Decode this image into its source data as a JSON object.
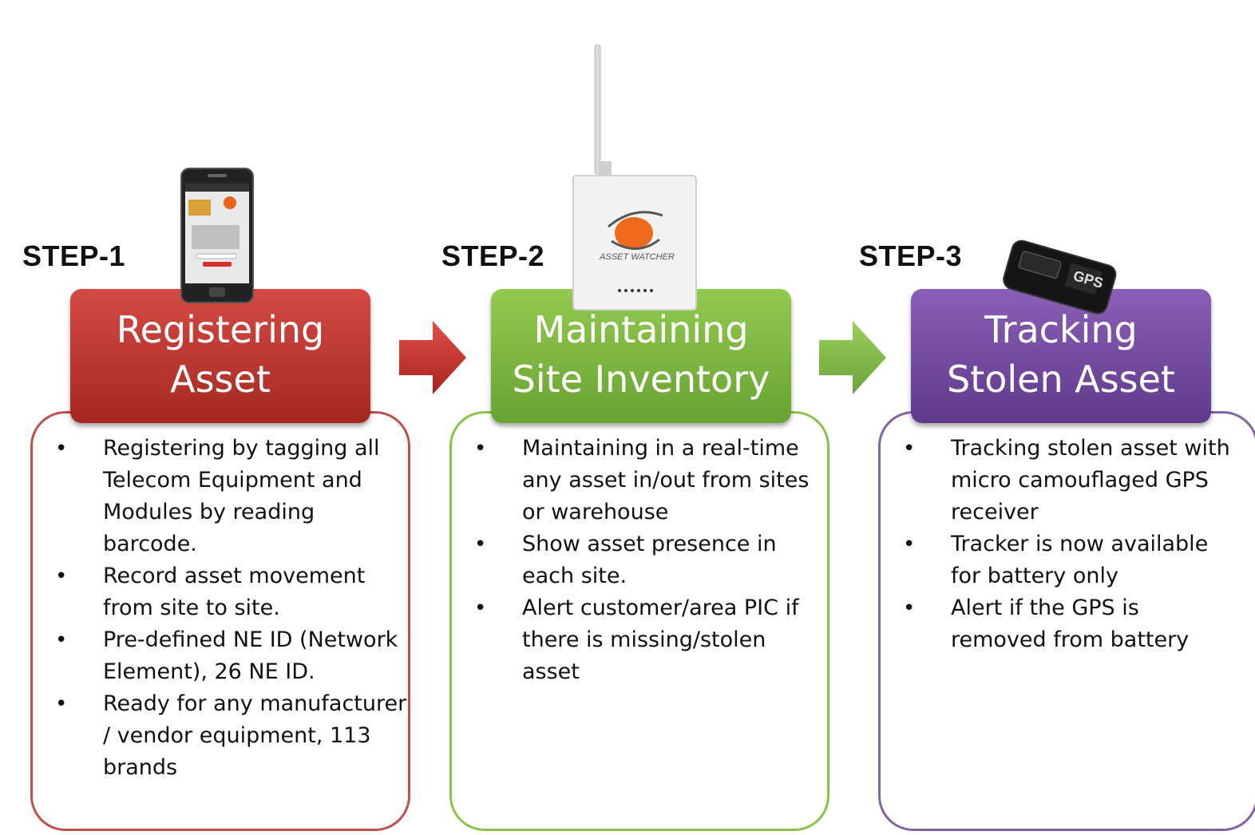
{
  "steps": [
    {
      "step_label": "STEP-1",
      "title_lines": [
        "Registering",
        "Asset"
      ],
      "color": "#c0392b",
      "bullets": [
        "Registering by tagging all Telecom Equipment and Modules by reading barcode.",
        "Record asset movement from site to site.",
        "Pre-defined NE ID (Network Element), 26 NE ID.",
        "Ready for any manufacturer / vendor equipment, 113 brands"
      ],
      "device": "smartphone"
    },
    {
      "step_label": "STEP-2",
      "title_lines": [
        "Maintaining",
        "Site Inventory"
      ],
      "color": "#7cb342",
      "bullets": [
        "Maintaining in a real-time any asset in/out from sites or warehouse",
        "Show asset presence in each site.",
        "Alert customer/area PIC if there is missing/stolen asset"
      ],
      "device": "wireless-reader",
      "device_logo_text": "ASSET WATCHER"
    },
    {
      "step_label": "STEP-3",
      "title_lines": [
        "Tracking",
        "Stolen Asset"
      ],
      "color": "#7b4fa6",
      "bullets": [
        "Tracking stolen asset with micro camouflaged GPS receiver",
        "Tracker is now available for battery only",
        "Alert if the GPS is removed from battery"
      ],
      "device": "gps-tracker",
      "device_logo_text": "GPS"
    }
  ],
  "arrows": [
    {
      "color": "#c0392b"
    },
    {
      "color": "#8bc34a"
    }
  ]
}
